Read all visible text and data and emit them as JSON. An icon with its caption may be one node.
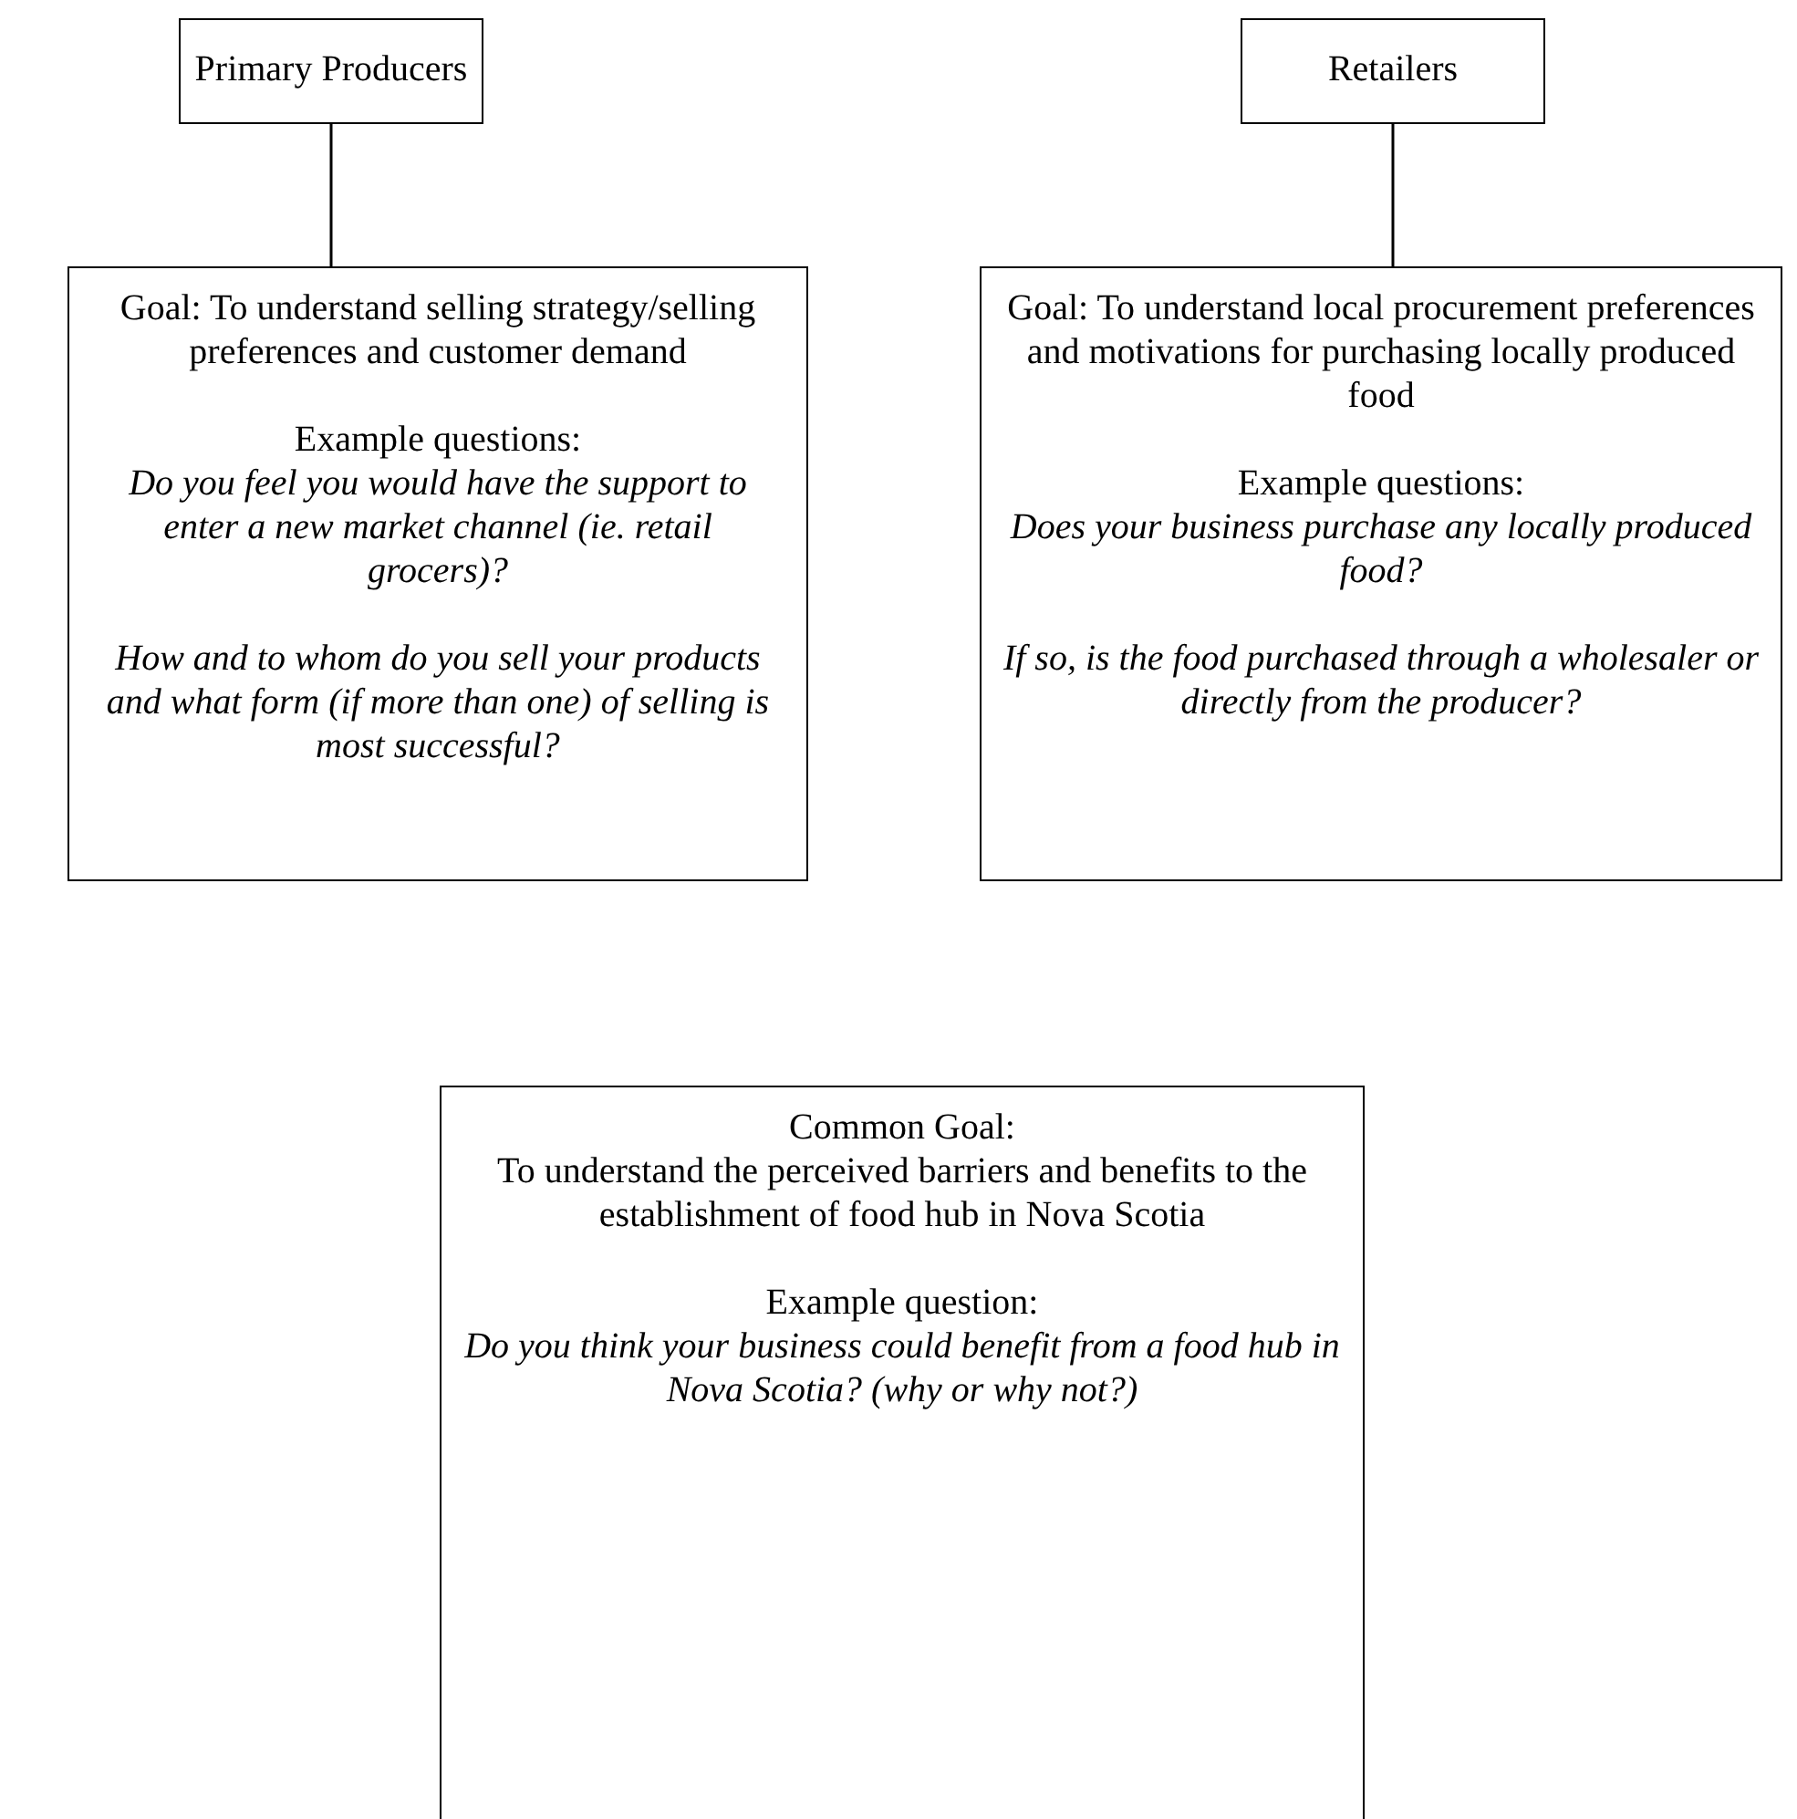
{
  "diagram": {
    "nodes": [
      {
        "text": [
          "Primary Producers"
        ]
      },
      {
        "text": [
          "Retailers"
        ]
      },
      {
        "text": [
          "Goal: To understand selling strategy/selling preferences and customer demand",
          "Example questions:",
          "Do you feel you would have the support to enter a new market channel (ie. retail grocers)?",
          "How and to whom do you sell your products and what form (if more than one) of selling is most successful?"
        ]
      },
      {
        "text": [
          "Goal: To understand local procurement preferences and motivations for purchasing locally produced food",
          "Example questions:",
          "Does your business purchase any locally produced food?",
          "If so, is the food purchased through a wholesaler or directly from the producer?"
        ]
      },
      {
        "text": [
          "Common Goal:",
          "To understand the perceived barriers and benefits to the establishment of food hub in Nova Scotia",
          "Example question:",
          "Do you think your business could benefit from a food hub in Nova Scotia? (why or why not?)"
        ]
      }
    ],
    "edges": [
      {
        "from": 0,
        "to": 2,
        "arrow": "none"
      },
      {
        "from": 1,
        "to": 3,
        "arrow": "none"
      }
    ]
  }
}
